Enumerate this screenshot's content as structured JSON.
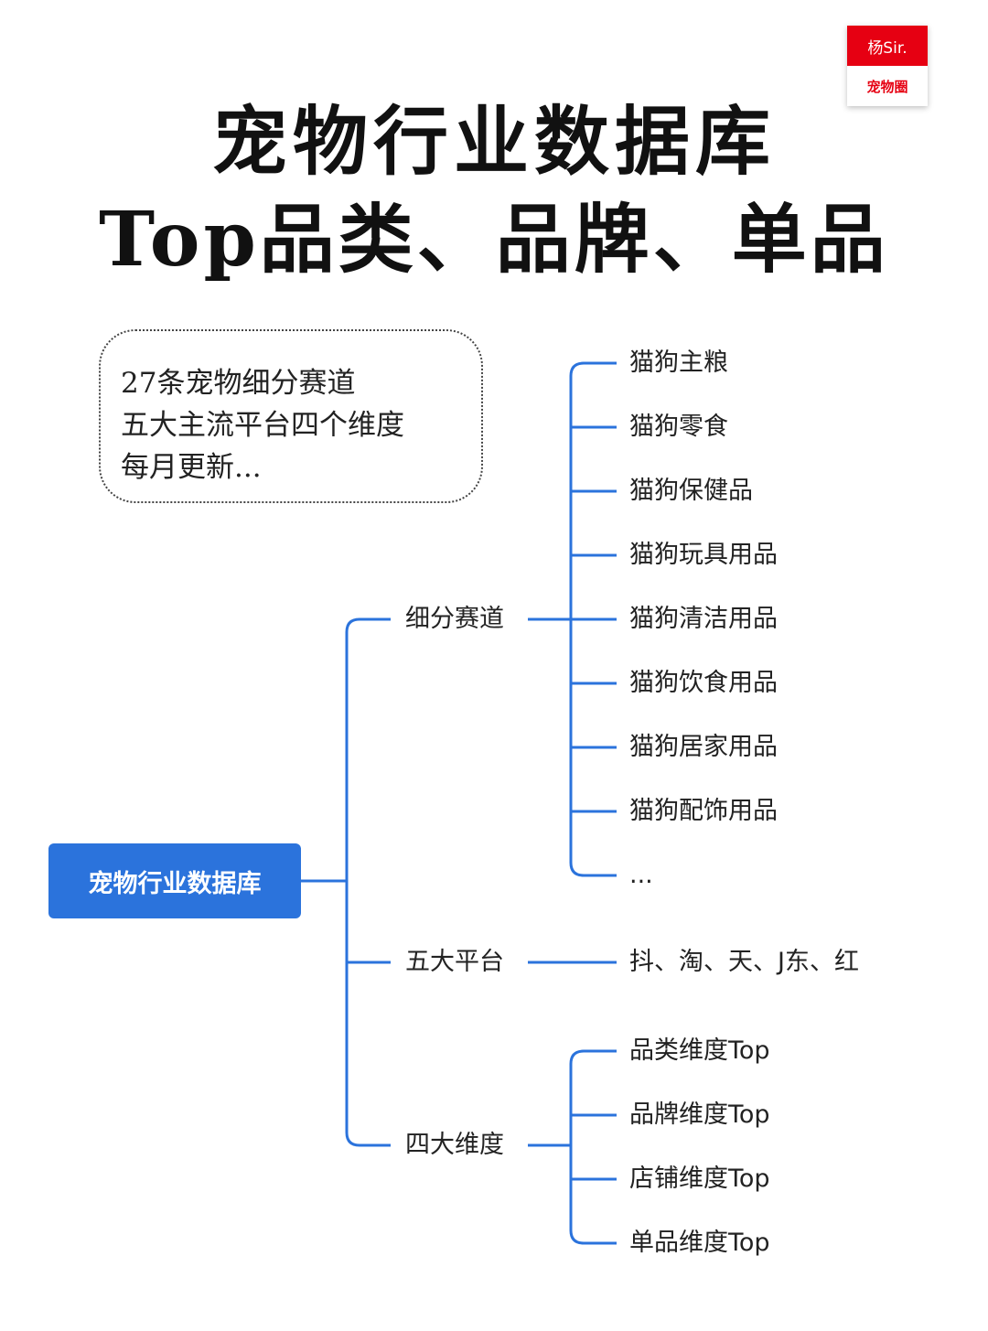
{
  "logo": {
    "top": "杨Sir.",
    "bottom": "宠物圈"
  },
  "title": {
    "line1": "宠物行业数据库",
    "line2": "Top品类、品牌、单品"
  },
  "note": {
    "lines": [
      "27条宠物细分赛道",
      "五大主流平台四个维度",
      "每月更新..."
    ]
  },
  "colors": {
    "accent": "#2b73dc",
    "line": "#2b73dc",
    "logo_red": "#e60012"
  },
  "tree": {
    "root": "宠物行业数据库",
    "branches": [
      {
        "label": "细分赛道",
        "children": [
          "猫狗主粮",
          "猫狗零食",
          "猫狗保健品",
          "猫狗玩具用品",
          "猫狗清洁用品",
          "猫狗饮食用品",
          "猫狗居家用品",
          "猫狗配饰用品",
          "..."
        ]
      },
      {
        "label": "五大平台",
        "children": [
          "抖、淘、天、J东、红"
        ]
      },
      {
        "label": "四大维度",
        "children": [
          "品类维度Top",
          "品牌维度Top",
          "店铺维度Top",
          "单品维度Top"
        ]
      }
    ]
  }
}
